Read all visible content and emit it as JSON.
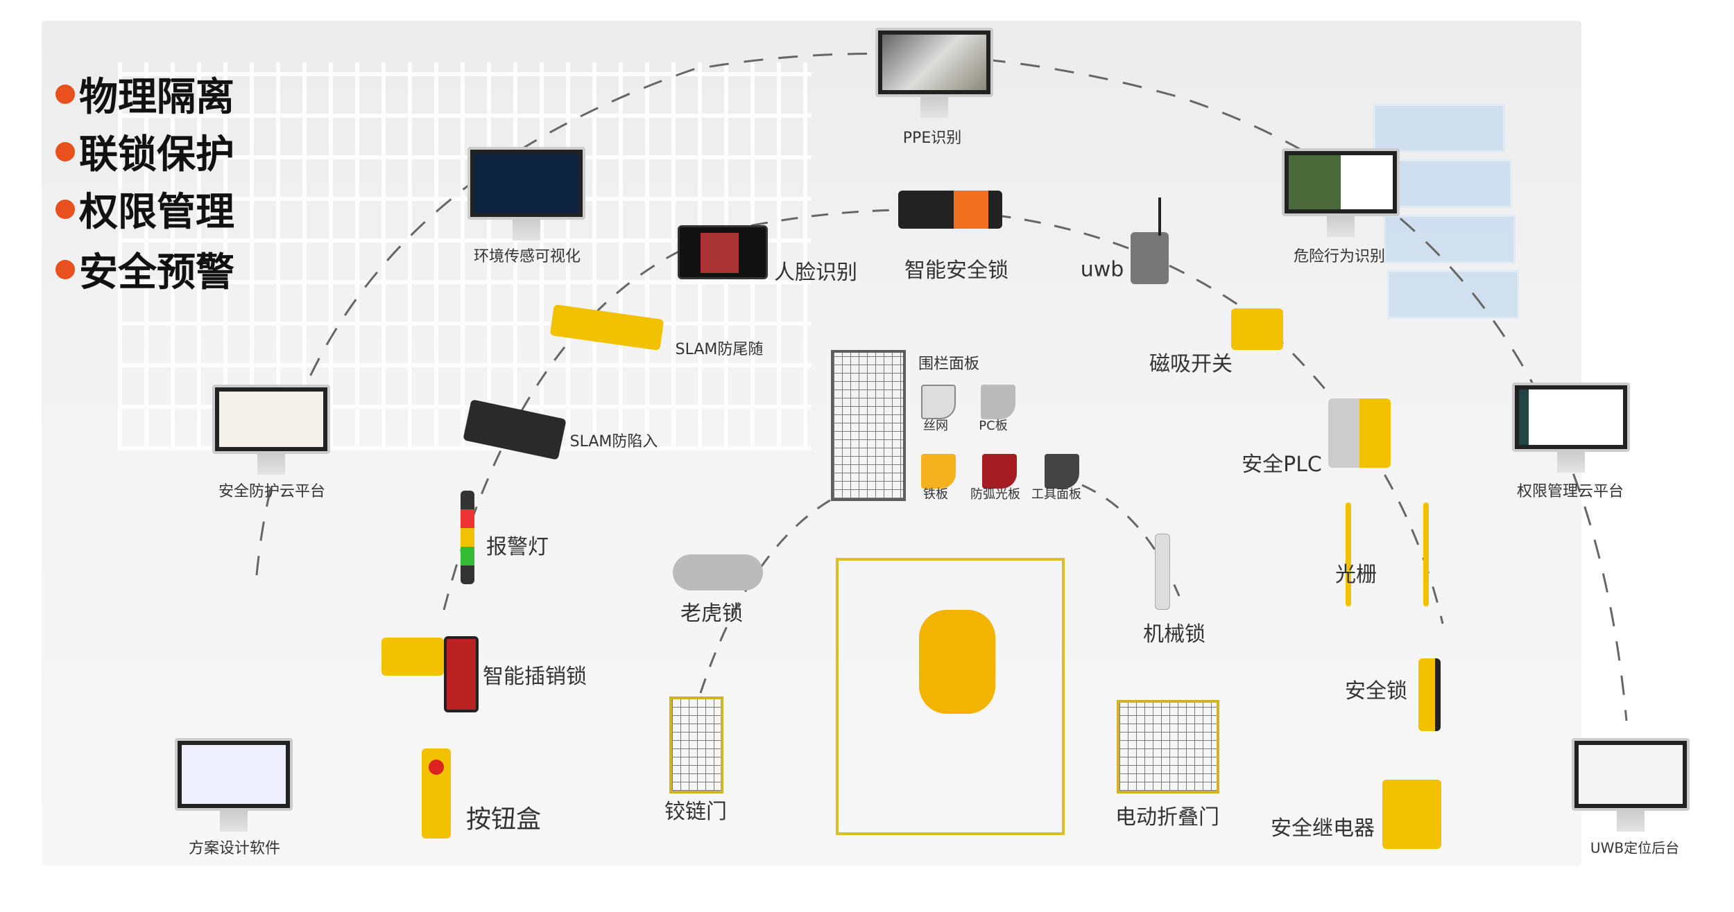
{
  "bullets": [
    "物理隔离",
    "联锁保护",
    "权限管理",
    "安全预警"
  ],
  "labels": {
    "ppe": "PPE识别",
    "env": "环境传感可视化",
    "face": "人脸识别",
    "smart_lock": "智能安全锁",
    "uwb": "uwb",
    "danger": "危险行为识别",
    "slam_tail": "SLAM防尾随",
    "fence_panel": "围栏面板",
    "magnet": "磁吸开关",
    "wire": "丝网",
    "pc": "PC板",
    "slam_trap": "SLAM防陷入",
    "cloud_safety": "安全防护云平台",
    "iron": "铁板",
    "arc": "防弧光板",
    "tool": "工具面板",
    "plc": "安全PLC",
    "auth_cloud": "权限管理云平台",
    "alarm": "报警灯",
    "grating": "光栅",
    "tiger_lock": "老虎锁",
    "mech_lock": "机械锁",
    "pin_lock": "智能插销锁",
    "safety_lock": "安全锁",
    "button_box": "按钮盒",
    "hinge_door": "铰链门",
    "folding_door": "电动折叠门",
    "relay": "安全继电器",
    "design_sw": "方案设计软件",
    "uwb_backend": "UWB定位后台"
  },
  "colors": {
    "accent": "#e8501e",
    "yellow": "#f2c200",
    "dash": "#666666"
  }
}
